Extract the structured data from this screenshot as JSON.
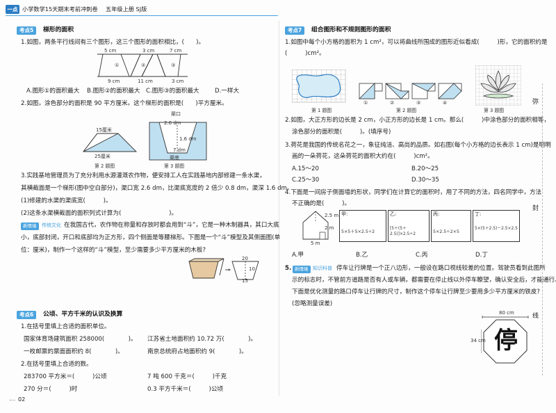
{
  "header": {
    "badge": "一点",
    "title": "小学数学15天期末考前冲刺卷",
    "grade": "五年级上册 SJ版"
  },
  "page_number": "02",
  "left": {
    "sec5": {
      "tag": "考点5",
      "title": "梯形的面积"
    },
    "q1": {
      "text": "1.如图，两条平行线间有三个图形，这三个图形的面积相比，(　　)。",
      "labels": {
        "top1": "5 cm",
        "top2": "3 cm",
        "top3": "7 cm",
        "bot1": "9 cm",
        "bot2": "11 cm",
        "bot3": "3 cm",
        "s1": "①",
        "s2": "②",
        "s3": "③"
      },
      "options": [
        "A.图形①的面积最大",
        "B.图形②的面积最大",
        "C.图形③的面积最大",
        "D.一样大"
      ]
    },
    "q2": {
      "text": "2.如图，涂色部分的面积是 90 平方厘米。这个梯形的面积是(　　)平方厘米。",
      "fig_top": "15厘米",
      "fig_bottom": "25厘米",
      "fig_caption": "第 2 题图"
    },
    "q3fig": {
      "top": "渠口",
      "w": "2.6 dm",
      "h": "1.6 dm",
      "bw": "7 dm",
      "bottom": "渠底",
      "caption": "第 3 题图"
    },
    "q3": {
      "lines": [
        "3.实践基地管理员为了充分利用水源灌溉农作物，便安排工人在实践基地内部修建一条水渠，",
        "其横截面是一个梯形(图中空白部分)，渠口宽 2.6 dm，比渠底宽度的 2 倍少 0.8 dm，渠深 1.6 dm。",
        "(1)修建的水渠的渠底宽(　　　)。",
        "(2)这条水渠横截面的面积列式计算为(　　　　　　　　)。"
      ]
    },
    "q4": {
      "tag": "新情境",
      "tag_sub": "传统文化",
      "lines": [
        "在我国古代，农作物在称量和存放时都会用到“斗”，它是一种木制器具，其口大底",
        "小，底部封闭，开口和底部均为正方形，四个侧面是等腰梯形。下图是一个“斗”模型及其侧面图(单",
        "位：厘米)，制作一个这样的“斗”模型，至少需要多少平方厘米的木板?"
      ],
      "fig": {
        "top": "20",
        "h": "10",
        "bottom": "15"
      }
    },
    "sec6": {
      "tag": "考点6",
      "title": "公顷、平方千米的认识及换算"
    },
    "q61": {
      "title": "1.在括号里填上合适的面积单位。",
      "items": [
        "国家体育场建筑面积 258000(　　　　)。",
        "江苏省土地面积约 10.72 万(　　　　)。",
        "一枚邮票的票面面积约 8(　　　　)。",
        "南京总统府占地面积约 9(　　　　)。"
      ]
    },
    "q62": {
      "title": "2.在括号里填上合适的数。",
      "items": [
        "283700 平方米＝(　　　)公顷",
        "7 吨 600 千克＝(　　　)千克",
        "270 分＝(　　　)时",
        "0.3 平方千米＝(　　　)公顷"
      ]
    }
  },
  "right": {
    "sec7": {
      "tag": "考点7",
      "title": "组合图形和不规则图形的面积"
    },
    "q1": {
      "lines": [
        "1.如图中每个小方格的面积为 1 cm²，可以将曲线所围成的图形近似看成(　　　)形，它的面积约是",
        "(　　　)cm²。"
      ],
      "captions": [
        "第 1 题图",
        "第 2 题图",
        "第 3 题图"
      ]
    },
    "q2": {
      "lines": [
        "2.如图，大正方形的边长是 2 cm，小正方形的边长是 1 cm。那么(　　　)中涂色部分的面积相等，",
        "涂色部分的面积是(　　　)。(填序号)"
      ],
      "figlabels": [
        "①",
        "②",
        "③",
        "④"
      ]
    },
    "q3": {
      "lines": [
        "3.荷花是我国的传统名花之一，象征纯洁、高尚的品质。如右图(每个小方格的边长表示 1 cm)是明明",
        "画的一朵荷花，这朵荷花的面积大约在(　　　)cm²。"
      ],
      "options": [
        "A.15～20",
        "B.20～25",
        "C.25～30",
        "D.30～35"
      ]
    },
    "q4": {
      "lines": [
        "4.下面是一间房子侧面墙的形状，同学们在计算它的面积时，用了不同的方法，四名同学中，方法",
        "不正确的是(　　　)。"
      ],
      "fig": {
        "h1": "2.5 m",
        "h2": "2 m",
        "w": "5 m"
      },
      "methods": [
        {
          "name": "甲:",
          "expr": "5×5＋5×2.5÷2"
        },
        {
          "name": "乙:",
          "expr": "[5＋(5＋2.5)]×2.5÷2"
        },
        {
          "name": "丙:",
          "expr": "5×2.5÷2×5"
        },
        {
          "name": "丁:",
          "expr": "5×(5＋2.5)－2.5×2.5"
        }
      ],
      "options": [
        "A.甲",
        "B.乙",
        "C.丙",
        "D.丁"
      ]
    },
    "q5": {
      "tag": "新情境",
      "tag_sub": "知识科普",
      "lines": [
        "停车让行牌是一个正八边形，一般设在路口视线较差的位置。驾驶员看到此图所",
        "示的标志时，不管前方道路是否有人或车辆，都需要在停止线以外停车瞭望，确认安全后，才能通行。",
        "下面是优化测量的路口停车让行牌的尺寸，制作这个停车让行牌至少要用多少平方厘米的铁皮?",
        "(忽略测量误差)"
      ],
      "sign": {
        "w": "80 cm",
        "h": "34 cm",
        "char": "停"
      }
    }
  },
  "margin_text": [
    "弥",
    "封",
    "线"
  ]
}
